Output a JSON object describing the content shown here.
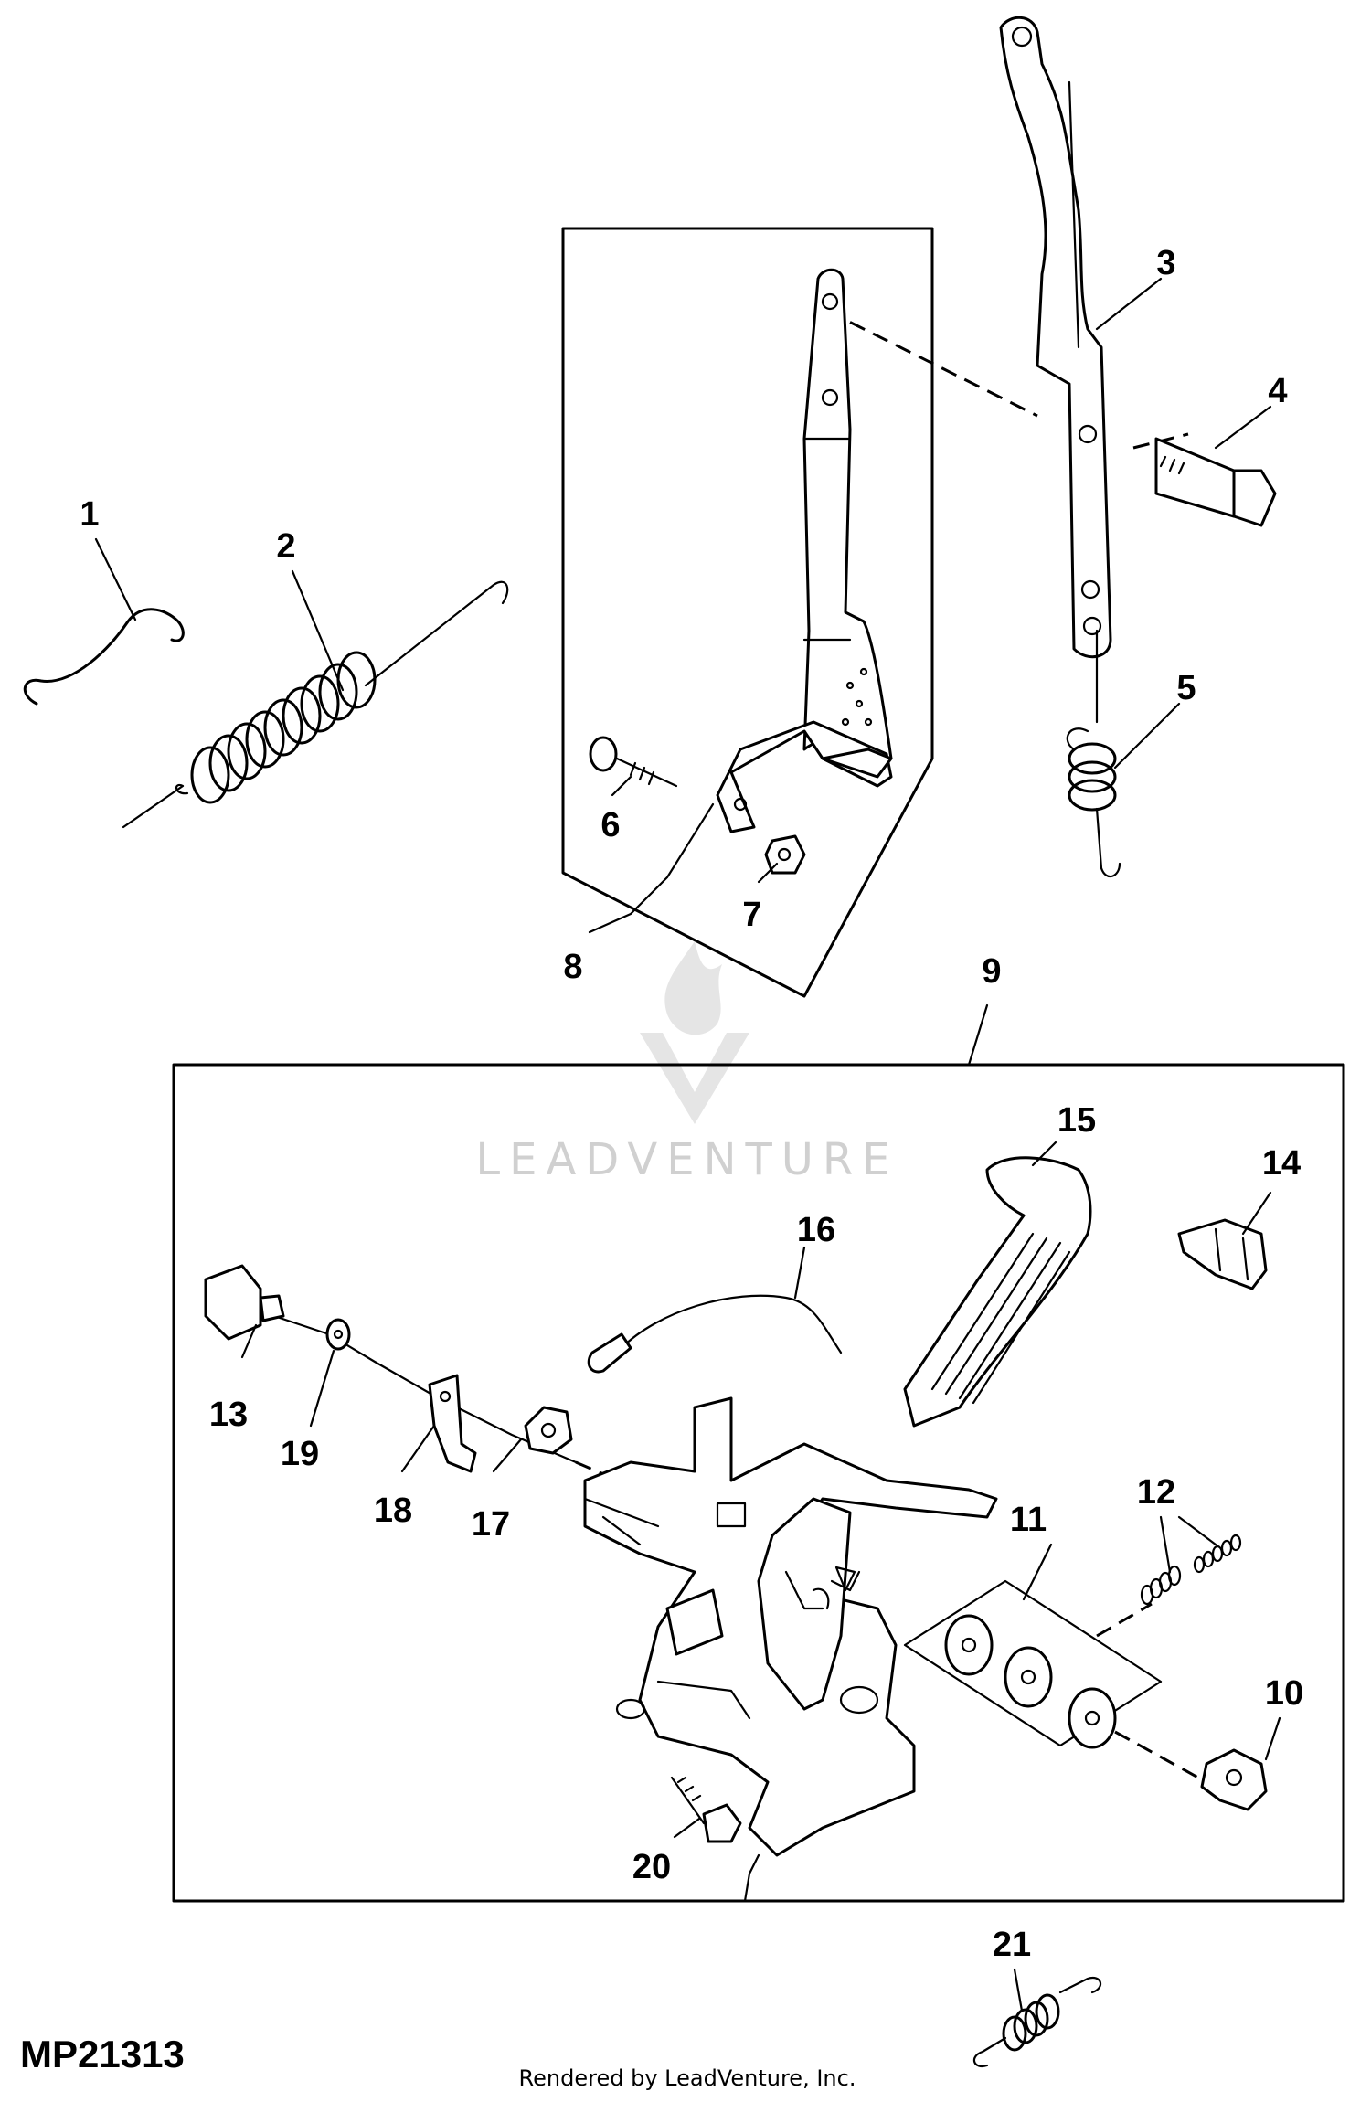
{
  "diagram_code": "MP21313",
  "footer": "Rendered by LeadVenture, Inc.",
  "watermark": "LEADVENTURE",
  "callouts": {
    "c1": "1",
    "c2": "2",
    "c3": "3",
    "c4": "4",
    "c5": "5",
    "c6": "6",
    "c7": "7",
    "c8": "8",
    "c9": "9",
    "c10": "10",
    "c11": "11",
    "c12": "12",
    "c13": "13",
    "c14": "14",
    "c15": "15",
    "c16": "16",
    "c17": "17",
    "c18": "18",
    "c19": "19",
    "c20": "20",
    "c21": "21"
  }
}
